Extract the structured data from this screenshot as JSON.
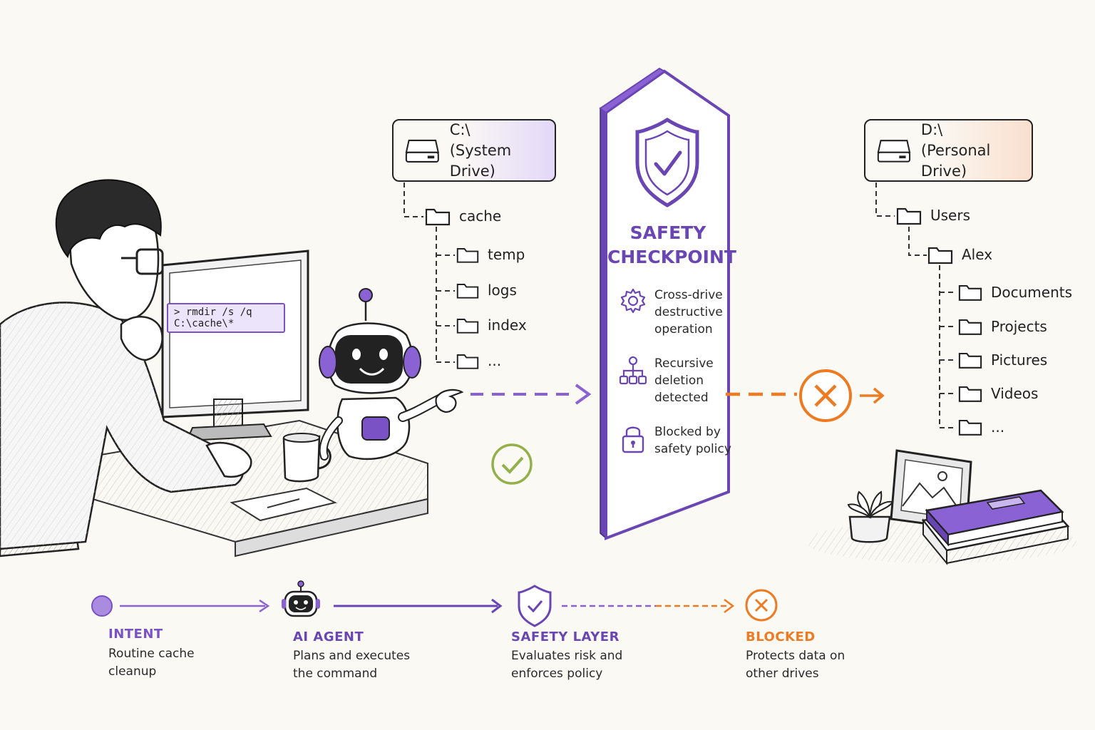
{
  "terminal": {
    "command": "> rmdir /s /q C:\\cache\\*"
  },
  "system_drive": {
    "name": "C:\\",
    "label": "(System Drive)",
    "folders": [
      "cache",
      "temp",
      "logs",
      "index",
      "..."
    ]
  },
  "checkpoint": {
    "title_line1": "SAFETY",
    "title_line2": "CHECKPOINT",
    "checks": [
      {
        "icon": "gear-icon",
        "text": "Cross-drive destructive operation"
      },
      {
        "icon": "hierarchy-icon",
        "text": "Recursive deletion detected"
      },
      {
        "icon": "padlock-icon",
        "text": "Blocked by safety policy"
      }
    ]
  },
  "personal_drive": {
    "name": "D:\\",
    "label": "(Personal Drive)",
    "folders": [
      "Users",
      "Alex",
      "Documents",
      "Projects",
      "Pictures",
      "Videos",
      "..."
    ]
  },
  "colors": {
    "purple": "#6a46b4",
    "orange": "#ee7a22",
    "green": "#94b04a",
    "ink": "#222222"
  },
  "flow": [
    {
      "title": "INTENT",
      "desc_line1": "Routine cache",
      "desc_line2": "cleanup",
      "color": "#7a52c6"
    },
    {
      "title": "AI AGENT",
      "desc_line1": "Plans and executes",
      "desc_line2": "the command",
      "color": "#6a46b4"
    },
    {
      "title": "SAFETY LAYER",
      "desc_line1": "Evaluates risk and",
      "desc_line2": "enforces policy",
      "color": "#6a46b4"
    },
    {
      "title": "BLOCKED",
      "desc_line1": "Protects data on",
      "desc_line2": "other drives",
      "color": "#ee7a22"
    }
  ]
}
